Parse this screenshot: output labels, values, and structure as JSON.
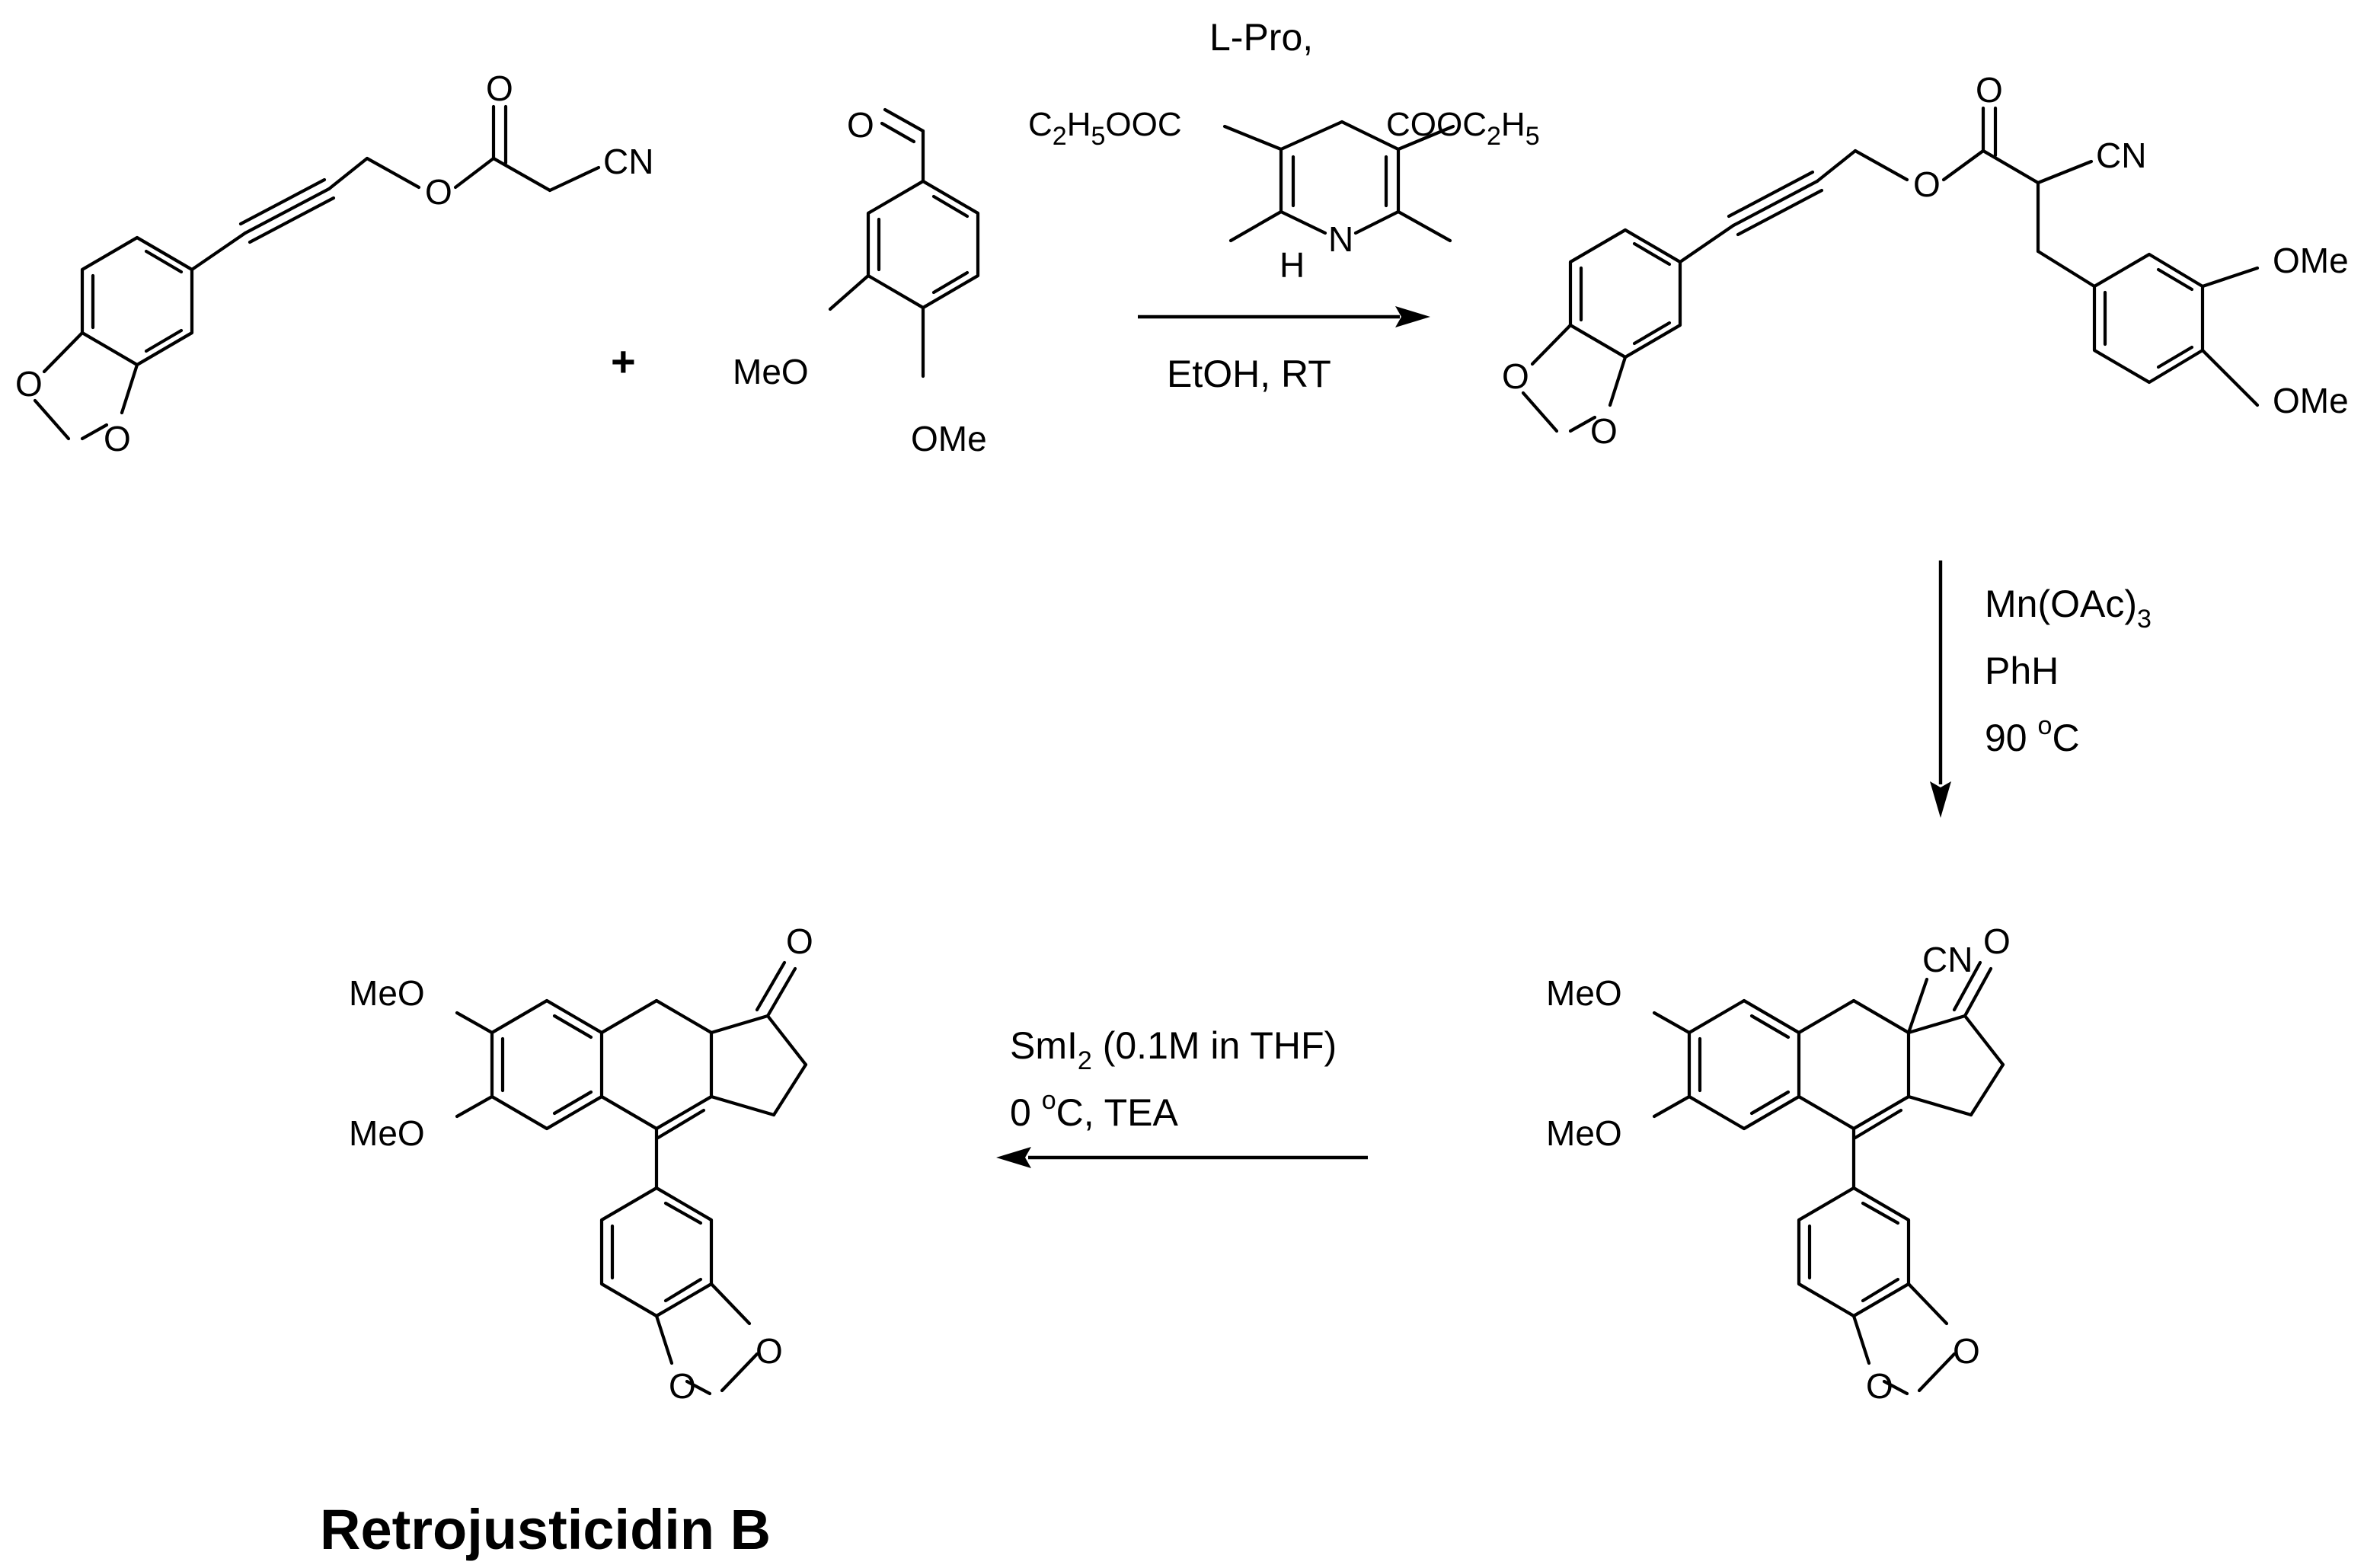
{
  "reagent1": {
    "O_carbonyl": "O",
    "O_ester": "O",
    "CN": "CN",
    "O_diox1": "O",
    "O_diox2": "O"
  },
  "plus_sign": "+",
  "reagent2": {
    "O_aldehyde": "O",
    "MeO": "MeO",
    "OMe": "OMe"
  },
  "arrow1": {
    "above_label": "L-Pro,",
    "hantzsch_left_main": "C",
    "hantzsch_left_sub1": "2",
    "hantzsch_left_mid": "H",
    "hantzsch_left_sub2": "5",
    "hantzsch_left_tail": "OOC",
    "hantzsch_right_main": "COOC",
    "hantzsch_right_sub1": "2",
    "hantzsch_right_mid": "H",
    "hantzsch_right_sub2": "5",
    "hantzsch_N": "N",
    "hantzsch_H": "H",
    "below_label": "EtOH, RT"
  },
  "intermediate": {
    "O_carbonyl": "O",
    "O_ester": "O",
    "CN": "CN",
    "OMe_top": "OMe",
    "OMe_bottom": "OMe",
    "O_diox1": "O",
    "O_diox2": "O"
  },
  "arrow2": {
    "line1_main": "Mn(OAc)",
    "line1_sub": "3",
    "line2": "PhH",
    "line3_num": "90 ",
    "line3_sup": "o",
    "line3_unit": "C"
  },
  "cyclized": {
    "MeO_top": "MeO",
    "MeO_bottom": "MeO",
    "CN": "CN",
    "O_ketone": "O",
    "O_diox1": "O",
    "O_diox2": "O"
  },
  "arrow3": {
    "line1_a": "SmI",
    "line1_sub": "2",
    "line1_b": " (0.1M in THF)",
    "line2_num": "0 ",
    "line2_sup": "o",
    "line2_rest": "C, TEA"
  },
  "product": {
    "MeO_top": "MeO",
    "MeO_bottom": "MeO",
    "O_ketone": "O",
    "O_diox1": "O",
    "O_diox2": "O",
    "name": "Retrojusticidin B"
  }
}
